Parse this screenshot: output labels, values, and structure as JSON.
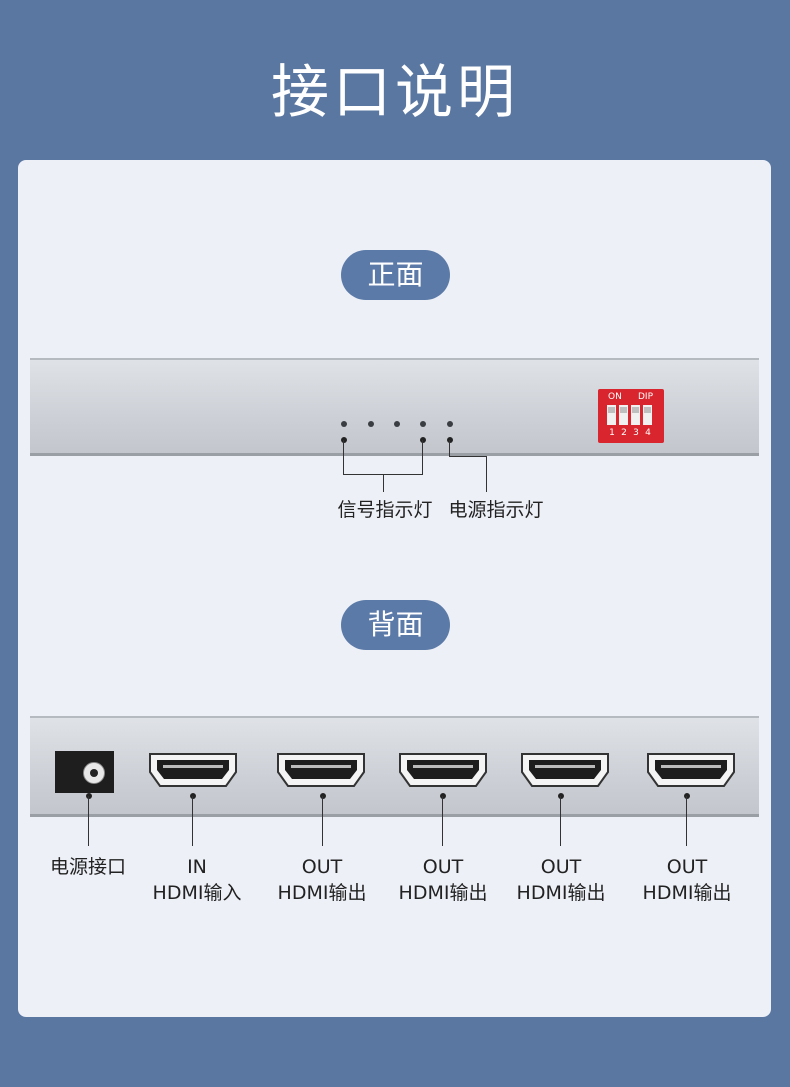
{
  "title": "接口说明",
  "front": {
    "section_label": "正面",
    "dip_switch": {
      "on_label": "ON",
      "dip_label": "DIP",
      "numbers": [
        "1",
        "2",
        "3",
        "4"
      ]
    },
    "signal_label": "信号指示灯",
    "power_led_label": "电源指示灯"
  },
  "back": {
    "section_label": "背面",
    "ports": [
      {
        "line1": "电源接口",
        "line2": ""
      },
      {
        "line1": "IN",
        "line2": "HDMI输入"
      },
      {
        "line1": "OUT",
        "line2": "HDMI输出"
      },
      {
        "line1": "OUT",
        "line2": "HDMI输出"
      },
      {
        "line1": "OUT",
        "line2": "HDMI输出"
      },
      {
        "line1": "OUT",
        "line2": "HDMI输出"
      }
    ]
  },
  "colors": {
    "background": "#5a77a1",
    "pill": "#5b7aa8",
    "dip": "#d9252d"
  }
}
